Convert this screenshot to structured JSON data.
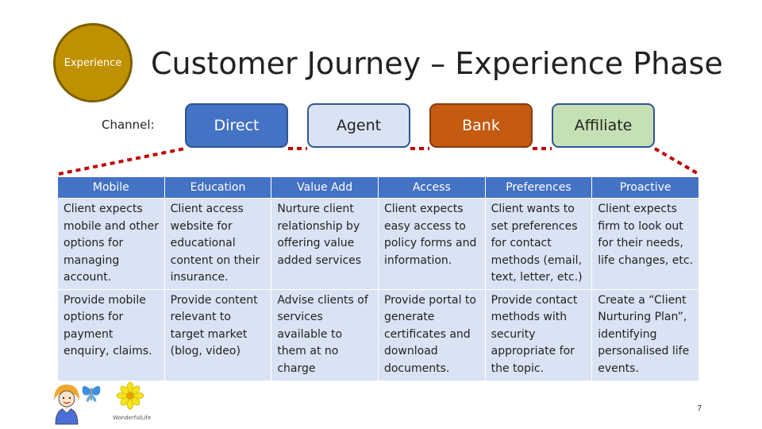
{
  "badge": "Experience",
  "title": "Customer Journey – Experience Phase",
  "channel_label": "Channel:",
  "channels": [
    "Direct",
    "Agent",
    "Bank",
    "Affiliate"
  ],
  "columns": [
    "Mobile",
    "Education",
    "Value Add",
    "Access",
    "Preferences",
    "Proactive"
  ],
  "rows": [
    [
      "Client expects mobile and other options for managing account.",
      "Client access website for educational content on their insurance.",
      "Nurture client relationship by offering value added services",
      "Client expects easy access to policy forms and information.",
      "Client wants to set preferences for contact methods (email, text, letter, etc.)",
      "Client expects firm to look out for their needs, life changes, etc."
    ],
    [
      "Provide mobile options for payment enquiry, claims.",
      "Provide content relevant to target market (blog, video)",
      "Advise clients of services available to them at no charge",
      "Provide portal to generate certificates and download documents.",
      "Provide contact methods with security appropriate for the topic.",
      "Create a “Client Nurturing Plan”, identifying personalised life events."
    ]
  ],
  "colors": {
    "badge_fill": "#bf9000",
    "header_blue": "#4472c4",
    "cell_light_blue": "#dae3f3",
    "bank_orange": "#c55a11",
    "affiliate_green": "#c5e0b4",
    "dashed_red": "#c00000"
  },
  "icons": [
    "woman-cartoon-icon",
    "butterfly-icon",
    "flower-icon"
  ],
  "page_number": "7"
}
